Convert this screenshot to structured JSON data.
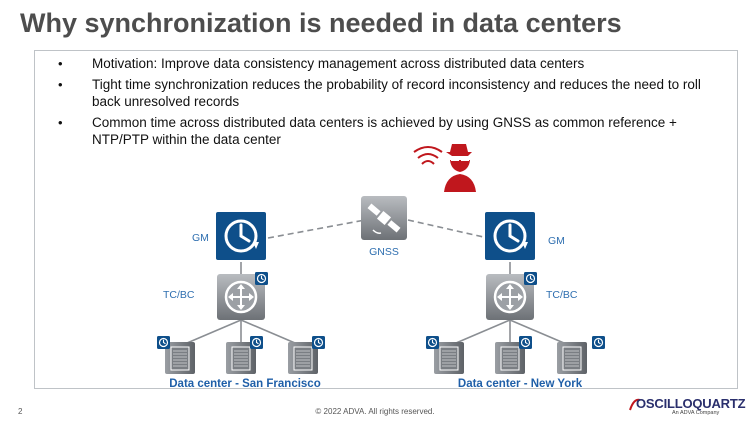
{
  "slide": {
    "title": "Why synchronization is needed in data centers",
    "bullets": [
      "Motivation: Improve data consistency management across distributed data centers",
      "Tight time synchronization reduces the probability of record inconsistency and reduces the need to roll back unresolved records",
      "Common time across distributed data centers is achieved by using GNSS as common reference + NTP/PTP within the data center"
    ]
  },
  "diagram": {
    "gnss_label": "GNSS",
    "left": {
      "gm_label": "GM",
      "tcbc_label": "TC/BC",
      "dc_label": "Data center - San Francisco"
    },
    "right": {
      "gm_label": "GM",
      "tcbc_label": "TC/BC",
      "dc_label": "Data center - New York"
    },
    "colors": {
      "accent_blue": "#0e4f8a",
      "threat_red": "#c0171d",
      "label_blue": "#2f6fb0"
    }
  },
  "footer": {
    "page_number": "2",
    "copyright": "© 2022 ADVA. All rights reserved.",
    "logo_text": "OSCILLOQUARTZ",
    "logo_subtext": "An ADVA Company"
  }
}
